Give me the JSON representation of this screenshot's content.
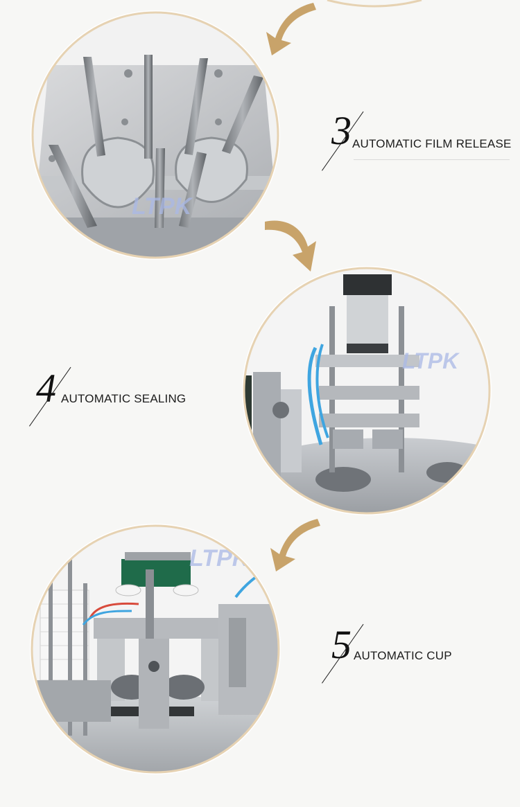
{
  "watermark": "LTPK",
  "steps": [
    {
      "number": "3",
      "label": "AUTOMATIC FILM RELEASE",
      "icon": "film-release-photo"
    },
    {
      "number": "4",
      "label": "AUTOMATIC SEALING",
      "icon": "sealing-photo"
    },
    {
      "number": "5",
      "label": "AUTOMATIC CUP",
      "icon": "cup-feeder-photo"
    }
  ],
  "colors": {
    "background": "#f7f7f5",
    "ring": "#e6d2b2",
    "arrow": "#c8a36a",
    "metal": "#b9bcc0",
    "text": "#1c1c1c",
    "watermark": "#aab8e6"
  }
}
